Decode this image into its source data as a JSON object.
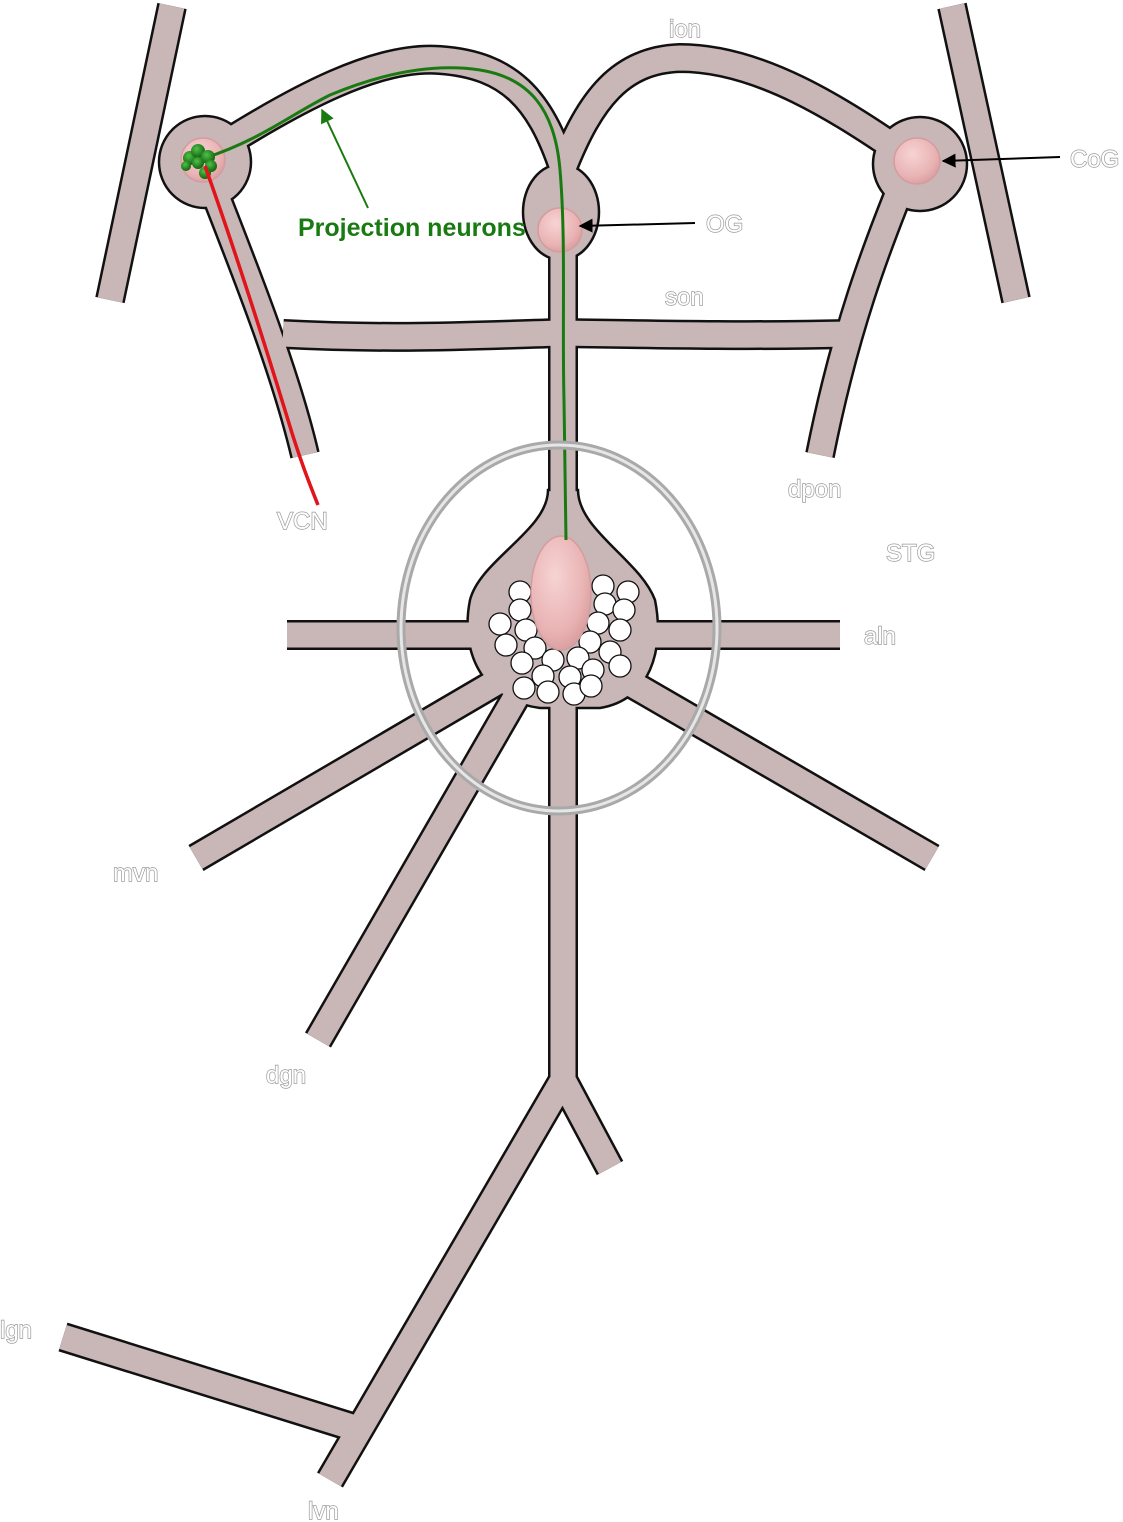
{
  "diagram": {
    "labels": {
      "ion": "ion",
      "cog": "CoG",
      "og": "OG",
      "son": "son",
      "projection_neurons": "Projection neurons",
      "vcn": "VCN",
      "dpon": "dpon",
      "stg": "STG",
      "aln": "aln",
      "mvn": "mvn",
      "dgn": "dgn",
      "lgn": "lgn",
      "lvn": "lvn"
    },
    "colors": {
      "nerve_fill": "#c9b7b8",
      "nerve_outline": "#111111",
      "ganglion_pink": "#e9b3b4",
      "projection_neuron_green": "#1a7a12",
      "vcn_red": "#e0141a",
      "stg_ring": "#a9a9a9",
      "label_outline": "#9a9a9a"
    },
    "icons": [
      "arrow-icon",
      "soma-cluster-icon"
    ]
  }
}
